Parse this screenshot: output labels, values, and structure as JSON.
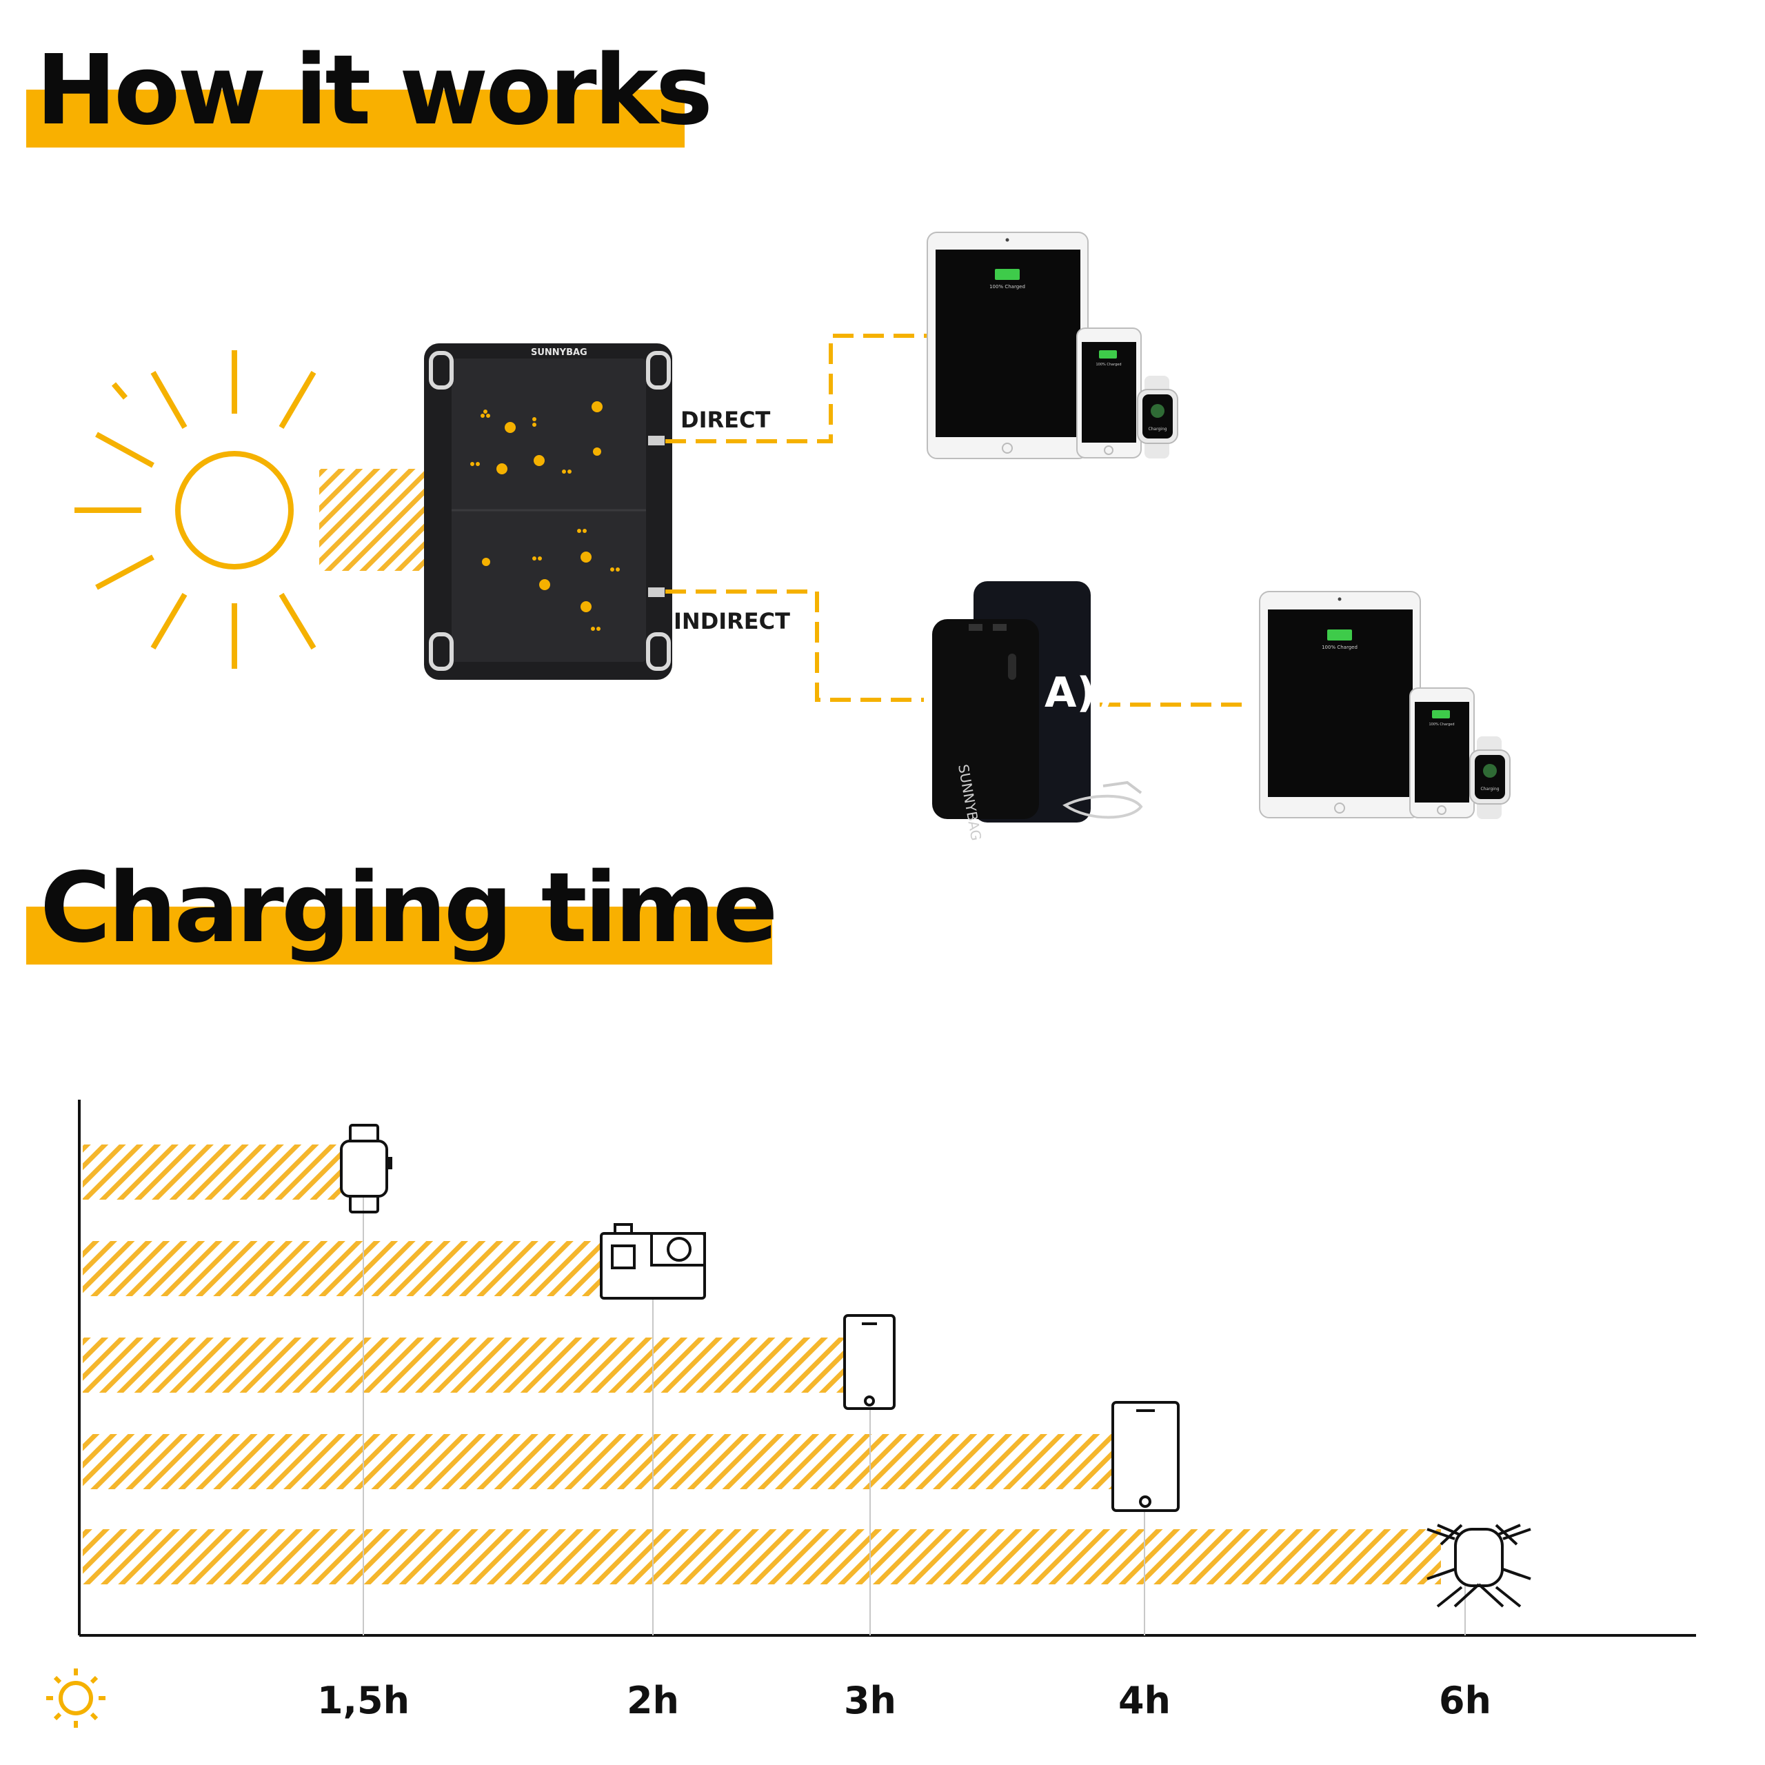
{
  "headings": {
    "how_it_works": "How it works",
    "charging_time": "Charging time"
  },
  "diagram": {
    "panel_brand": "SUNNYBAG",
    "direct_label": "DIRECT",
    "indirect_label": "INDIRECT",
    "tablet_status": "100% Charged",
    "phone_status": "100% Charged",
    "watch_status": "Charging",
    "powerbank_brand": "SUNNYBAG",
    "accent_color": "#f9b000"
  },
  "chart_data": {
    "type": "bar",
    "orientation": "horizontal",
    "categories": [
      "smartwatch-icon",
      "action-camera-icon",
      "smartphone-icon",
      "tablet-icon",
      "drone-icon"
    ],
    "values": [
      1.5,
      2,
      3,
      4,
      6
    ],
    "tick_labels": [
      "1,5h",
      "2h",
      "3h",
      "4h",
      "6h"
    ],
    "xlabel_icon": "sun-icon",
    "bar_color": "#f9b000"
  }
}
